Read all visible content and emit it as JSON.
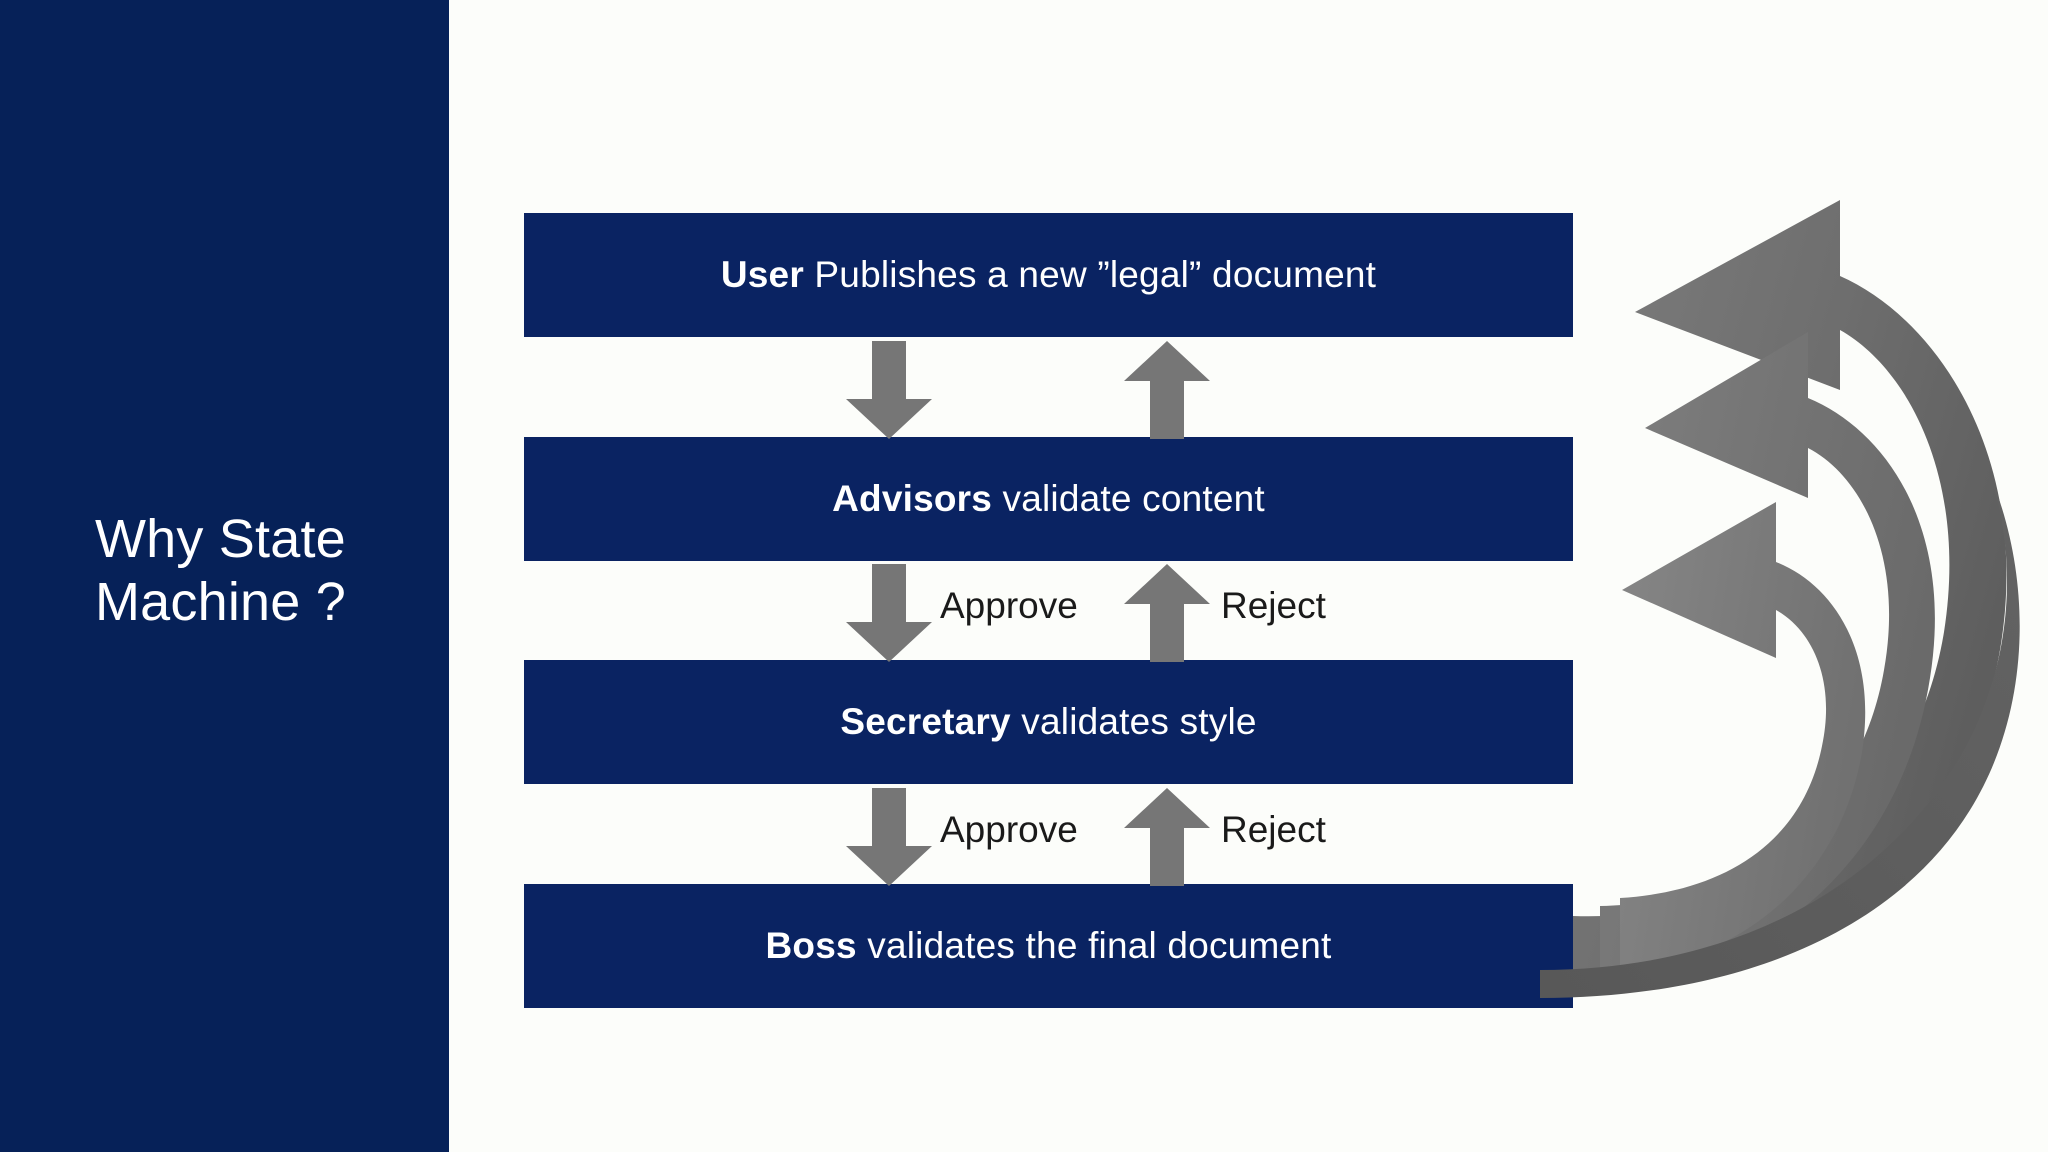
{
  "slide": {
    "title": "Why State\nMachine ?",
    "background_color": "#fcfdfa",
    "sidebar_color": "#062158",
    "box_color": "#0a2362",
    "arrow_color": "#767676",
    "arrow_color_dark": "#595959",
    "text_color": "#ffffff"
  },
  "diagram_data": {
    "type": "state-machine-flow",
    "states": [
      {
        "id": "user",
        "bold": "User",
        "rest": " Publishes a new ”legal” document"
      },
      {
        "id": "advisors",
        "bold": "Advisors",
        "rest": " validate content"
      },
      {
        "id": "secretary",
        "bold": "Secretary",
        "rest": " validates style"
      },
      {
        "id": "boss",
        "bold": "Boss",
        "rest": " validates the final document"
      }
    ],
    "transitions": [
      {
        "from": "user",
        "to": "advisors",
        "direction": "down",
        "label": ""
      },
      {
        "from": "advisors",
        "to": "user",
        "direction": "up",
        "label": ""
      },
      {
        "from": "advisors",
        "to": "secretary",
        "direction": "down",
        "label": "Approve"
      },
      {
        "from": "secretary",
        "to": "advisors",
        "direction": "up",
        "label": "Reject"
      },
      {
        "from": "secretary",
        "to": "boss",
        "direction": "down",
        "label": "Approve"
      },
      {
        "from": "boss",
        "to": "secretary",
        "direction": "up",
        "label": "Reject"
      }
    ],
    "return_arrows": [
      {
        "from": "boss",
        "to": "user",
        "style": "curved"
      },
      {
        "from": "boss",
        "to": "advisors",
        "style": "curved"
      },
      {
        "from": "boss",
        "to": "secretary",
        "style": "curved"
      }
    ]
  },
  "boxes": {
    "b1": {
      "bold": "User",
      "rest": " Publishes a new ”legal” document"
    },
    "b2": {
      "bold": "Advisors",
      "rest": " validate content"
    },
    "b3": {
      "bold": "Secretary",
      "rest": " validates style"
    },
    "b4": {
      "bold": "Boss",
      "rest": " validates the final document"
    }
  },
  "labels": {
    "approve_1": "Approve",
    "reject_1": "Reject",
    "approve_2": "Approve",
    "reject_2": "Reject"
  }
}
